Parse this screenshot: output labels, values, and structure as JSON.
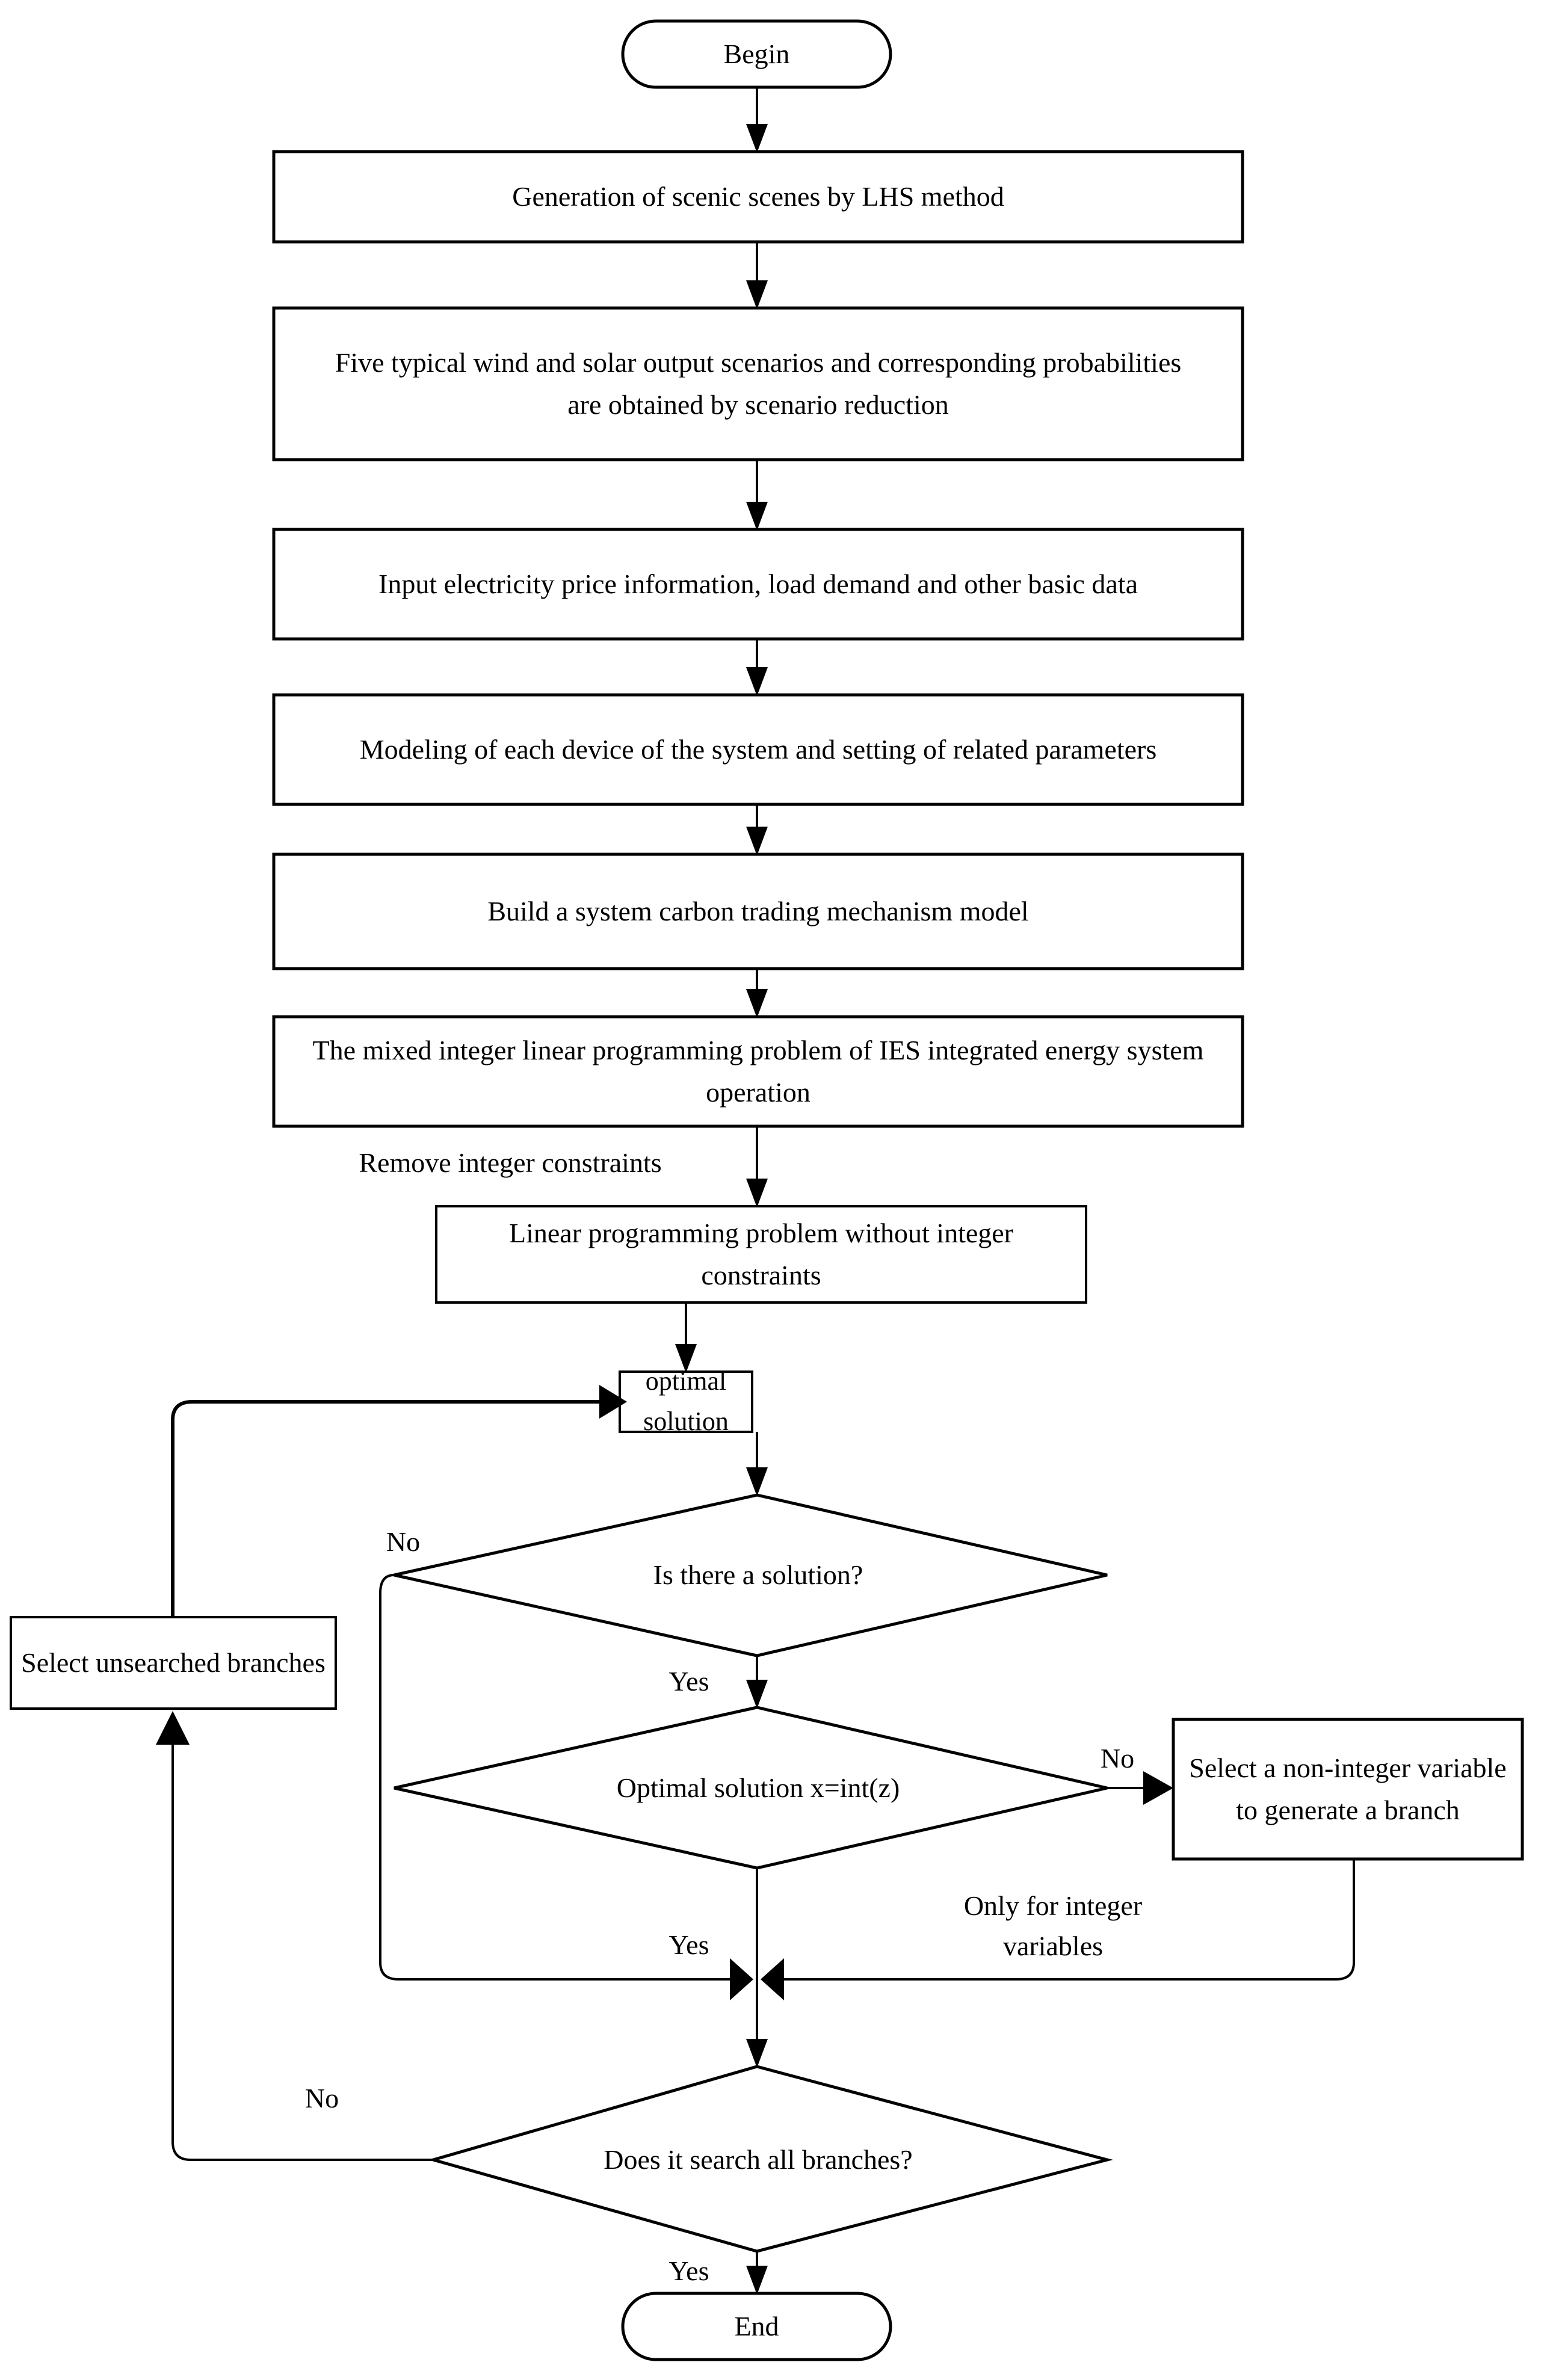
{
  "diagram": {
    "title": "Flowchart of IES optimization solution with branch and bound",
    "type": "flowchart",
    "background_color": "#ffffff",
    "line_color": "#000000",
    "text_color": "#000000"
  },
  "nodes": {
    "begin": {
      "label": "Begin",
      "shape": "terminator"
    },
    "lhs": {
      "label": "Generation of scenic scenes by LHS method",
      "shape": "process"
    },
    "scenarios": {
      "label": "Five typical wind and solar output scenarios and corresponding probabilities are obtained by scenario reduction",
      "shape": "process"
    },
    "input_data": {
      "label": "Input electricity price information, load demand and other basic data",
      "shape": "process"
    },
    "modeling": {
      "label": "Modeling of each device of the system and setting of related parameters",
      "shape": "process"
    },
    "carbon": {
      "label": "Build a system carbon trading mechanism model",
      "shape": "process"
    },
    "milp": {
      "label": "The mixed integer linear programming problem of IES integrated energy system operation",
      "shape": "process"
    },
    "lp": {
      "label": "Linear programming problem without integer constraints",
      "shape": "process"
    },
    "optimal_solution": {
      "label": "optimal solution",
      "shape": "process"
    },
    "is_there_solution": {
      "label": "Is there a solution?",
      "shape": "decision"
    },
    "optimal_int": {
      "label": "Optimal solution x=int(z)",
      "shape": "decision"
    },
    "select_branches": {
      "label": "Select unsearched branches",
      "shape": "process"
    },
    "select_noninteger": {
      "label": "Select a non-integer variable to generate a branch",
      "shape": "process"
    },
    "search_all": {
      "label": "Does it search all branches?",
      "shape": "decision"
    },
    "end": {
      "label": "End",
      "shape": "terminator"
    }
  },
  "edge_labels": {
    "remove_integer_constraints": "Remove integer constraints",
    "solution_no": "No",
    "solution_yes": "Yes",
    "int_no": "No",
    "int_yes": "Yes",
    "only_integer_variables": "Only for integer\nvariables",
    "search_no": "No",
    "search_yes": "Yes"
  },
  "chart_data": {
    "type": "flowchart",
    "title": "Flowchart of IES optimization solution with branch and bound",
    "sequence": [
      "Begin",
      "Generation of scenic scenes by LHS method",
      "Five typical wind and solar output scenarios and corresponding probabilities are obtained by scenario reduction",
      "Input electricity price information, load demand and other basic data",
      "Modeling of each device of the system and setting of related parameters",
      "Build a system carbon trading mechanism model",
      "The mixed integer linear programming problem of IES integrated energy system operation",
      "Linear programming problem without integer constraints",
      "optimal solution",
      "Is there a solution?",
      "Optimal solution x=int(z)",
      "Does it search all branches?",
      "End"
    ],
    "edges": [
      {
        "from": "Begin",
        "to": "Generation of scenic scenes by LHS method",
        "label": ""
      },
      {
        "from": "Generation of scenic scenes by LHS method",
        "to": "Five typical wind and solar output scenarios and corresponding probabilities are obtained by scenario reduction",
        "label": ""
      },
      {
        "from": "Five typical wind and solar output scenarios and corresponding probabilities are obtained by scenario reduction",
        "to": "Input electricity price information, load demand and other basic data",
        "label": ""
      },
      {
        "from": "Input electricity price information, load demand and other basic data",
        "to": "Modeling of each device of the system and setting of related parameters",
        "label": ""
      },
      {
        "from": "Modeling of each device of the system and setting of related parameters",
        "to": "Build a system carbon trading mechanism model",
        "label": ""
      },
      {
        "from": "Build a system carbon trading mechanism model",
        "to": "The mixed integer linear programming problem of IES integrated energy system operation",
        "label": ""
      },
      {
        "from": "The mixed integer linear programming problem of IES integrated energy system operation",
        "to": "Linear programming problem without integer constraints",
        "label": "Remove integer constraints"
      },
      {
        "from": "Linear programming problem without integer constraints",
        "to": "optimal solution",
        "label": ""
      },
      {
        "from": "optimal solution",
        "to": "Is there a solution?",
        "label": ""
      },
      {
        "from": "Is there a solution?",
        "to": "Does it search all branches?",
        "label": "No"
      },
      {
        "from": "Is there a solution?",
        "to": "Optimal solution x=int(z)",
        "label": "Yes"
      },
      {
        "from": "Optimal solution x=int(z)",
        "to": "Select a non-integer variable to generate a branch",
        "label": "No"
      },
      {
        "from": "Optimal solution x=int(z)",
        "to": "Does it search all branches?",
        "label": "Yes"
      },
      {
        "from": "Select a non-integer variable to generate a branch",
        "to": "Does it search all branches?",
        "label": "Only for integer variables"
      },
      {
        "from": "Does it search all branches?",
        "to": "Select unsearched branches",
        "label": "No"
      },
      {
        "from": "Select unsearched branches",
        "to": "optimal solution",
        "label": ""
      },
      {
        "from": "Does it search all branches?",
        "to": "End",
        "label": "Yes"
      }
    ]
  }
}
